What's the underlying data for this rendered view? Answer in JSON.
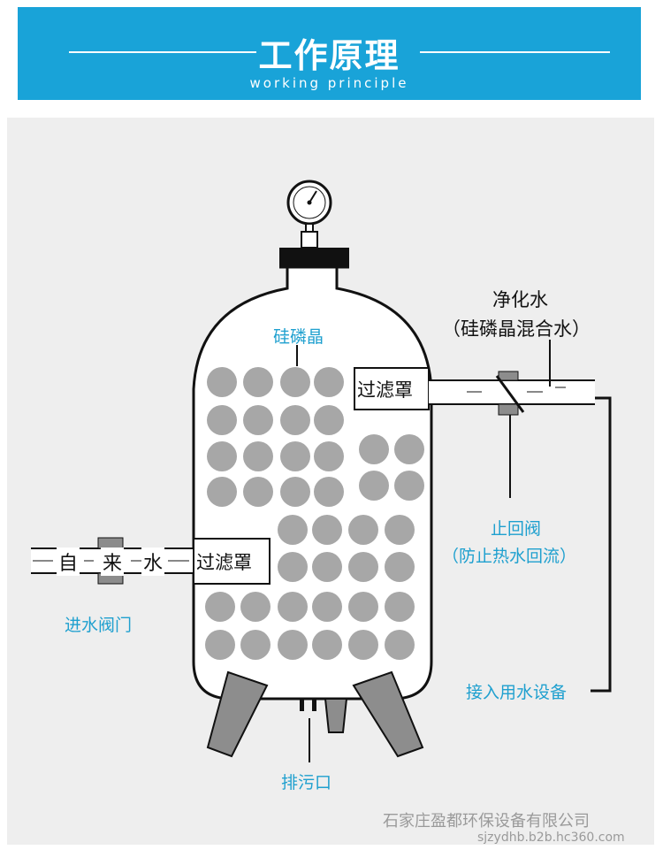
{
  "header": {
    "title": "工作原理",
    "subtitle": "working principle",
    "accent_color": "#19a3d8"
  },
  "diagram": {
    "icons": [
      "pressure-gauge-icon"
    ],
    "labels": {
      "crystal": "硅磷晶",
      "purified_water": "净化水",
      "purified_water_note": "（硅磷晶混合水）",
      "filter_cover_top": "过滤罩",
      "filter_cover_bottom": "过滤罩",
      "check_valve": "止回阀",
      "check_valve_note": "（防止热水回流）",
      "tap_water_1": "自",
      "tap_water_2": "来",
      "tap_water_3": "水",
      "inlet_valve": "进水阀门",
      "connect_device": "接入用水设备",
      "drain": "排污口"
    },
    "label_color": "#1fa0cf"
  },
  "watermark": {
    "company": "石家庄盈都环保设备有限公司",
    "url": "sjzydhb.b2b.hc360.com"
  }
}
